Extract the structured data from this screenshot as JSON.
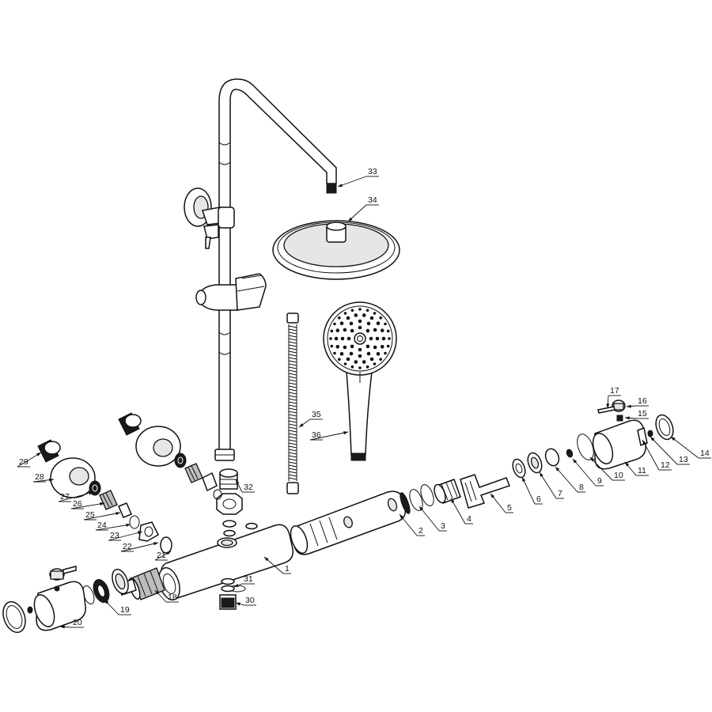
{
  "labels": [
    {
      "id": "1",
      "text": "1"
    },
    {
      "id": "2",
      "text": "2"
    },
    {
      "id": "3",
      "text": "3"
    },
    {
      "id": "4",
      "text": "4"
    },
    {
      "id": "5",
      "text": "5"
    },
    {
      "id": "6",
      "text": "6"
    },
    {
      "id": "7",
      "text": "7"
    },
    {
      "id": "8",
      "text": "8"
    },
    {
      "id": "9",
      "text": "9"
    },
    {
      "id": "10",
      "text": "10"
    },
    {
      "id": "11",
      "text": "11"
    },
    {
      "id": "12",
      "text": "12"
    },
    {
      "id": "13",
      "text": "13"
    },
    {
      "id": "14",
      "text": "14"
    },
    {
      "id": "15",
      "text": "15"
    },
    {
      "id": "16",
      "text": "16"
    },
    {
      "id": "17",
      "text": "17"
    },
    {
      "id": "18",
      "text": "18"
    },
    {
      "id": "19",
      "text": "19"
    },
    {
      "id": "20",
      "text": "20"
    },
    {
      "id": "21",
      "text": "21"
    },
    {
      "id": "22",
      "text": "22"
    },
    {
      "id": "23",
      "text": "23"
    },
    {
      "id": "24",
      "text": "24"
    },
    {
      "id": "25",
      "text": "25"
    },
    {
      "id": "26",
      "text": "26"
    },
    {
      "id": "27",
      "text": "27"
    },
    {
      "id": "28",
      "text": "28"
    },
    {
      "id": "29",
      "text": "29"
    },
    {
      "id": "30",
      "text": "30"
    },
    {
      "id": "31",
      "text": "31"
    },
    {
      "id": "32",
      "text": "32"
    },
    {
      "id": "33",
      "text": "33"
    },
    {
      "id": "34",
      "text": "34"
    },
    {
      "id": "35",
      "text": "35"
    },
    {
      "id": "36",
      "text": "36"
    }
  ]
}
